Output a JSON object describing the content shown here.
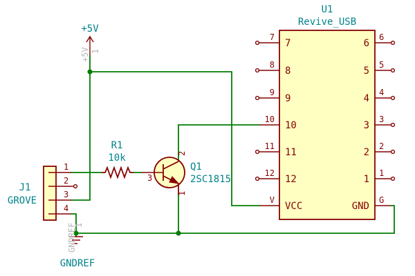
{
  "colors": {
    "wire": "#007d00",
    "symbol": "#860000",
    "symbol_fill": "#ffffc2",
    "reference_text": "#00838c",
    "hidden_text": "#b5b5b5",
    "background": "#ffffff"
  },
  "power": {
    "vcc_label": "+5V",
    "vcc_hidden_ref": "+5V",
    "vcc_hidden_pin": "1",
    "gnd_label": "GNDREF",
    "gnd_hidden_ref": "GNDREF",
    "gnd_hidden_pin": "1"
  },
  "j1": {
    "ref": "J1",
    "value": "GROVE",
    "pins": [
      "1",
      "2",
      "3",
      "4"
    ]
  },
  "r1": {
    "ref": "R1",
    "value": "10k"
  },
  "q1": {
    "ref": "Q1",
    "value": "2SC1815",
    "pins": {
      "base": "3",
      "collector": "2",
      "emitter": "1"
    }
  },
  "u1": {
    "ref": "U1",
    "value": "Revive_USB",
    "left_pins": [
      {
        "num": "7",
        "name": "7"
      },
      {
        "num": "8",
        "name": "8"
      },
      {
        "num": "9",
        "name": "9"
      },
      {
        "num": "10",
        "name": "10"
      },
      {
        "num": "11",
        "name": "11"
      },
      {
        "num": "12",
        "name": "12"
      },
      {
        "num": "V",
        "name": "VCC"
      }
    ],
    "right_pins": [
      {
        "num": "6",
        "name": "6"
      },
      {
        "num": "5",
        "name": "5"
      },
      {
        "num": "4",
        "name": "4"
      },
      {
        "num": "3",
        "name": "3"
      },
      {
        "num": "2",
        "name": "2"
      },
      {
        "num": "1",
        "name": "1"
      },
      {
        "num": "G",
        "name": "GND"
      }
    ]
  }
}
